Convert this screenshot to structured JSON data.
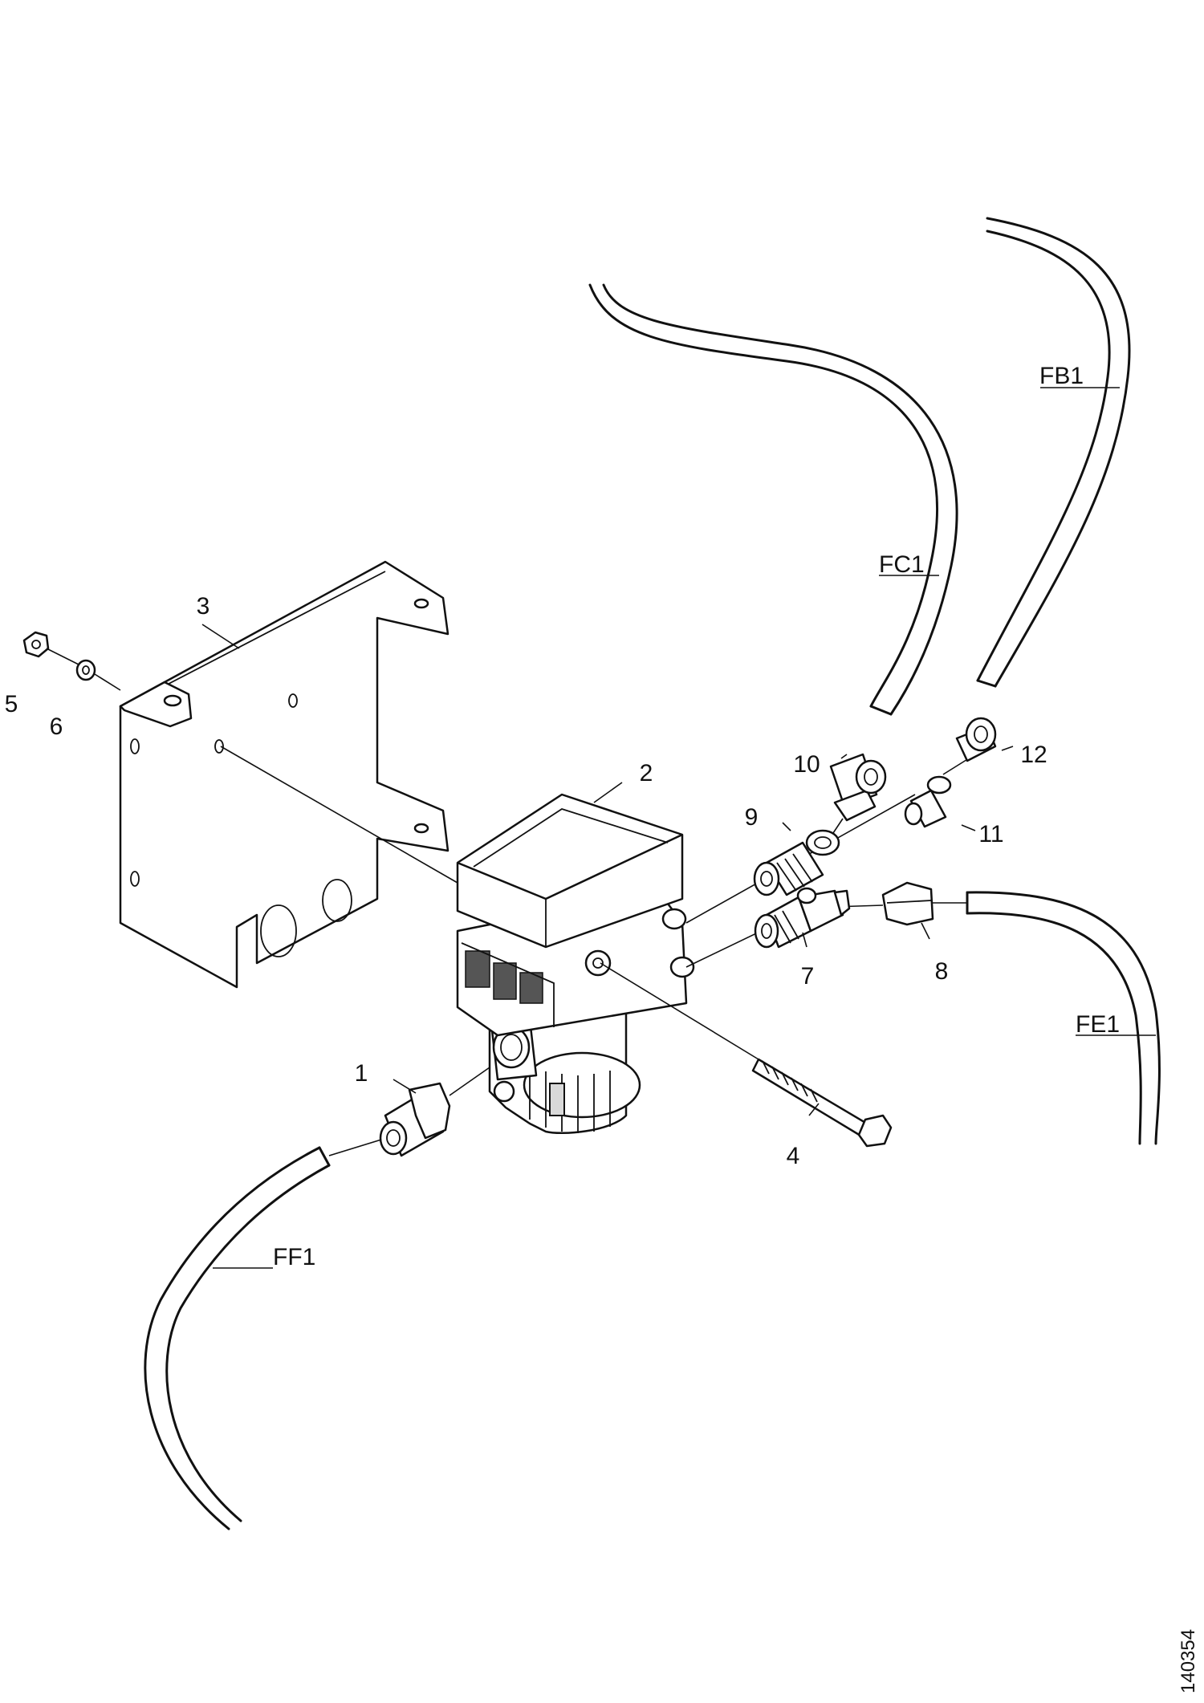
{
  "callouts": {
    "c1": "1",
    "c2": "2",
    "c3": "3",
    "c4": "4",
    "c5": "5",
    "c6": "6",
    "c7": "7",
    "c8": "8",
    "c9": "9",
    "c10": "10",
    "c11": "11",
    "c12": "12"
  },
  "lines": {
    "fb1": "FB1",
    "fc1": "FC1",
    "fe1": "FE1",
    "ff1": "FF1"
  },
  "doc_id": "140354"
}
